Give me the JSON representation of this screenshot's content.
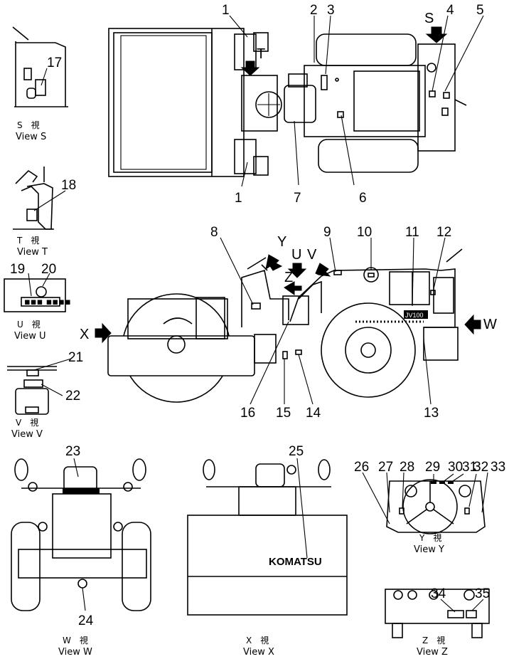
{
  "callouts": [
    "1",
    "2",
    "3",
    "4",
    "5",
    "6",
    "7",
    "8",
    "9",
    "10",
    "11",
    "12",
    "13",
    "14",
    "15",
    "16",
    "17",
    "18",
    "19",
    "20",
    "21",
    "22",
    "23",
    "24",
    "25",
    "26",
    "27",
    "28",
    "29",
    "30",
    "31",
    "32",
    "33",
    "34",
    "35",
    "1"
  ],
  "view_letters": {
    "S": "S",
    "T": "T",
    "U": "U",
    "V": "V",
    "W": "W",
    "X": "X",
    "Y": "Y",
    "Z": "Z"
  },
  "views": [
    {
      "jp": "S　視",
      "en": "View  S"
    },
    {
      "jp": "T　視",
      "en": "View  T"
    },
    {
      "jp": "U　視",
      "en": "View  U"
    },
    {
      "jp": "V　視",
      "en": "View  V"
    },
    {
      "jp": "W　視",
      "en": "View  W"
    },
    {
      "jp": "X　視",
      "en": "View  X"
    },
    {
      "jp": "Y　視",
      "en": "View  Y"
    },
    {
      "jp": "Z　視",
      "en": "View  Z"
    }
  ],
  "decal_text": {
    "brand": "KOMATSU",
    "model": "JV100"
  }
}
